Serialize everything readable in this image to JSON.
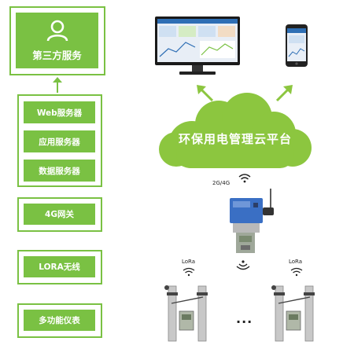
{
  "left_column": {
    "third_party": "第三方服务",
    "servers": [
      "Web服务器",
      "应用服务器",
      "数据服务器"
    ],
    "gateway": "4G网关",
    "lora_wireless": "LORA无线",
    "meter": "多功能仪表"
  },
  "cloud": {
    "label": "环保用电管理云平台"
  },
  "network": {
    "gateway_signal": "2G/4G",
    "lora_left": "LoRa",
    "lora_right": "LoRa",
    "ellipsis": "..."
  },
  "colors": {
    "green": "#7ac143",
    "cloud_green": "#8cc63f",
    "arrow_green": "#8cc63f"
  }
}
